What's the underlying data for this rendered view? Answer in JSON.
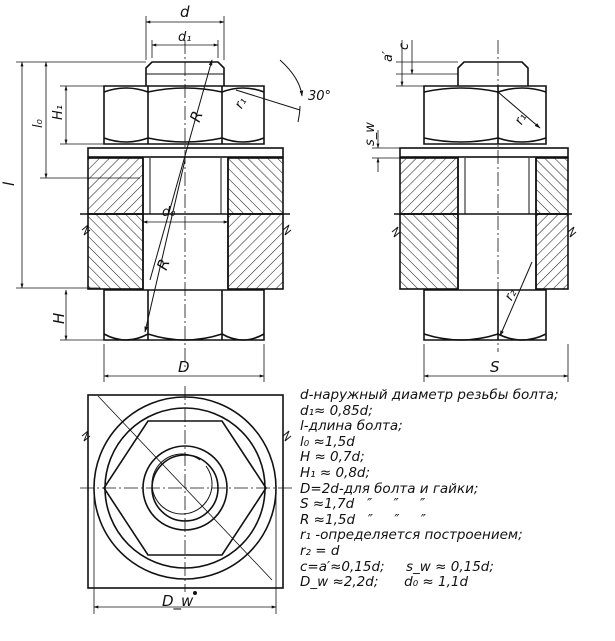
{
  "left_view_labels": {
    "d": "d",
    "d1": "d₁",
    "l": "l",
    "l0": "l₀",
    "H1": "H₁",
    "R_top": "R",
    "r1": "r₁",
    "angle": "30°",
    "d0": "d₀",
    "R_mid": "R",
    "H": "H",
    "D": "D"
  },
  "right_view_labels": {
    "a_prime": "a′",
    "c": "c",
    "s_w": "s_w",
    "r1": "r₁",
    "r2": "r₂",
    "S": "S"
  },
  "plan_view_labels": {
    "Dw": "D_w"
  },
  "legend": [
    "d-наружный диаметр резьбы болта;",
    "d₁≈ 0,85d;",
    "l-длина болта;",
    "l₀ ≈1,5d",
    "H ≈ 0,7d;",
    "H₁ ≈ 0,8d;",
    "D=2d-для болта и гайки;",
    "S ≈1,7d   ″     ″     ″",
    "R ≈1,5d   ″     ″     ″",
    "r₁ -определяется построением;",
    "r₂ = d",
    "c=a′≈0,15d;     s_w ≈ 0,15d;",
    "D_w ≈2,2d;      d₀ ≈ 1,1d"
  ]
}
